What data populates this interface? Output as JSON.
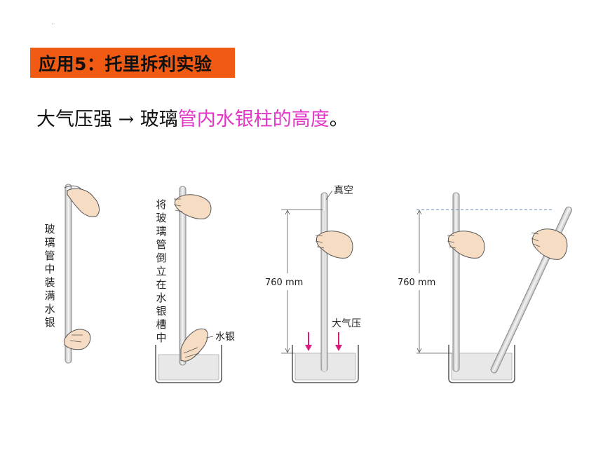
{
  "header": {
    "dot": "·",
    "title": "应用5：托里拆利实验"
  },
  "subtitle": {
    "part1": "大气压强 → 玻璃",
    "highlight": "管内水银柱的高度",
    "part2": "。"
  },
  "figure": {
    "step1_caption": "玻璃管中装满水银",
    "step2_caption": "将玻璃管倒立在水银槽中",
    "mercury_label": "水银",
    "vacuum_label": "真空",
    "pressure_label": "大气压",
    "height_label_3": "760 mm",
    "height_label_4": "760 mm"
  },
  "colors": {
    "title_bg": "#f05a12",
    "highlight": "#e236c7",
    "arrow": "#d81b7c",
    "glass": "#dcdcdc",
    "mercury": "#e8e8e8",
    "hand": "#f6dcc2"
  }
}
